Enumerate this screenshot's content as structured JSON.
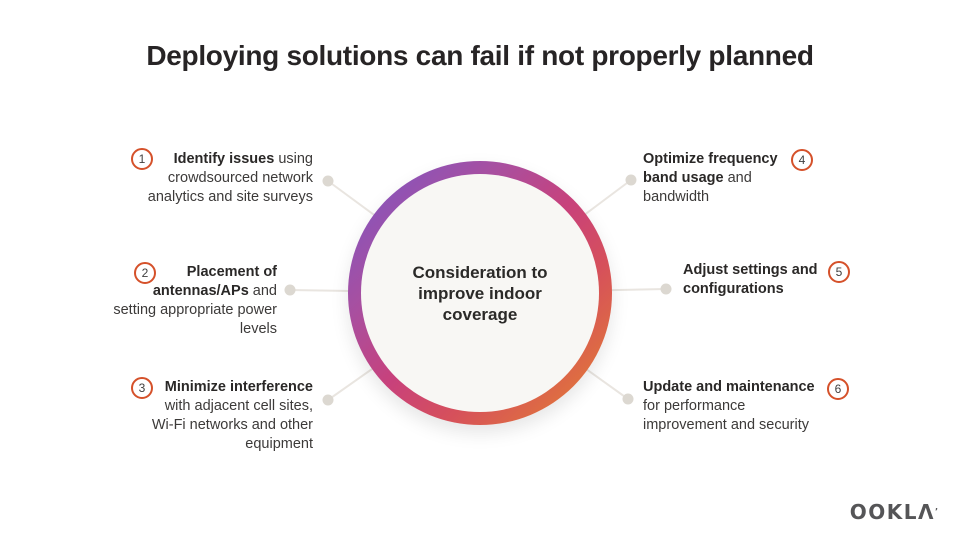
{
  "slide_title": "Deploying solutions can fail if not properly planned",
  "center_circle": {
    "lines": [
      "Consideration to",
      "improve indoor",
      "coverage"
    ]
  },
  "items": [
    {
      "number": "1",
      "side": "left",
      "lines": [
        [
          {
            "t": "Identify issues",
            "b": true
          },
          {
            "t": " using",
            "b": false
          }
        ],
        [
          {
            "t": "crowdsourced network",
            "b": false
          }
        ],
        [
          {
            "t": "analytics and site surveys",
            "b": false
          }
        ]
      ]
    },
    {
      "number": "2",
      "side": "left",
      "lines": [
        [
          {
            "t": "Placement of",
            "b": true
          }
        ],
        [
          {
            "t": "antennas/APs",
            "b": true
          },
          {
            "t": " and",
            "b": false
          }
        ],
        [
          {
            "t": "setting appropriate power",
            "b": false
          }
        ],
        [
          {
            "t": "levels",
            "b": false
          }
        ]
      ]
    },
    {
      "number": "3",
      "side": "left",
      "lines": [
        [
          {
            "t": "Minimize interference",
            "b": true
          }
        ],
        [
          {
            "t": "with adjacent cell sites,",
            "b": false
          }
        ],
        [
          {
            "t": "Wi-Fi networks and other",
            "b": false
          }
        ],
        [
          {
            "t": "equipment",
            "b": false
          }
        ]
      ]
    },
    {
      "number": "4",
      "side": "right",
      "lines": [
        [
          {
            "t": "Optimize frequency",
            "b": true
          }
        ],
        [
          {
            "t": "band usage",
            "b": true
          },
          {
            "t": " and",
            "b": false
          }
        ],
        [
          {
            "t": "bandwidth",
            "b": false
          }
        ]
      ]
    },
    {
      "number": "5",
      "side": "right",
      "lines": [
        [
          {
            "t": "Adjust settings and",
            "b": true
          }
        ],
        [
          {
            "t": "configurations",
            "b": true
          }
        ]
      ]
    },
    {
      "number": "6",
      "side": "right",
      "lines": [
        [
          {
            "t": "Update and maintenance",
            "b": true
          }
        ],
        [
          {
            "t": "for performance",
            "b": false
          }
        ],
        [
          {
            "t": "improvement and security",
            "b": false
          }
        ]
      ]
    }
  ],
  "logo_text": "OOKLΛ",
  "logo_mark": "’",
  "colors": {
    "badge_border": "#d5512a",
    "ring_gradient_start": "#7857c8",
    "ring_gradient_mid": "#c8417b",
    "ring_gradient_end": "#e5862c",
    "connector_line": "#e9e5e0",
    "connector_dot": "#dcd8d1",
    "title_text": "#272425",
    "body_text": "#3c3a39",
    "circle_fill": "#f8f7f4"
  }
}
